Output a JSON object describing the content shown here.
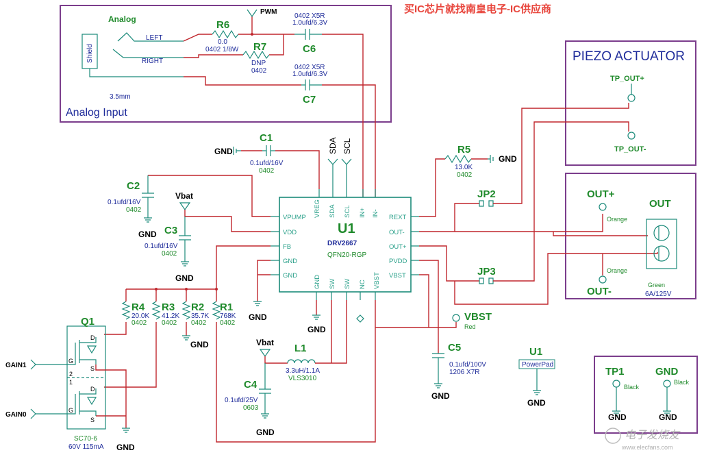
{
  "watermark": "买IC芯片就找南皇电子-IC供应商",
  "logo_text": "电子发烧友",
  "logo_url": "www.elecfans.com",
  "colors": {
    "wire": "#c0272d",
    "component": "#1b8a7a",
    "box": "#7b3d8c",
    "ref": "#1f8a2b",
    "value": "#1e2b9a",
    "watermark": "#e8453c"
  },
  "analog": {
    "title": "Analog Input",
    "jack_label": "Analog",
    "jack_size": "3.5mm",
    "shield": "Shield",
    "left": "LEFT",
    "right": "RIGHT",
    "pwm": "PWM"
  },
  "components": {
    "r6": {
      "ref": "R6",
      "val": "0.0",
      "pkg": "0402 1/8W"
    },
    "r7": {
      "ref": "R7",
      "val": "DNP",
      "pkg": "0402"
    },
    "c6": {
      "ref": "C6",
      "line1": "0402  X5R",
      "line2": "1.0ufd/6.3V"
    },
    "c7": {
      "ref": "C7",
      "line1": "0402  X5R",
      "line2": "1.0ufd/6.3V"
    },
    "c1": {
      "ref": "C1",
      "val": "0.1ufd/16V",
      "pkg": "0402"
    },
    "c2": {
      "ref": "C2",
      "val": "0.1ufd/16V",
      "pkg": "0402"
    },
    "c3": {
      "ref": "C3",
      "val": "0.1ufd/16V",
      "pkg": "0402"
    },
    "c4": {
      "ref": "C4",
      "val": "0.1ufd/25V",
      "pkg": "0603"
    },
    "c5": {
      "ref": "C5",
      "val": "0.1ufd/100V",
      "pkg": "1206  X7R"
    },
    "r5": {
      "ref": "R5",
      "val": "13.0K",
      "pkg": "0402"
    },
    "l1": {
      "ref": "L1",
      "val": "3.3uH/1.1A",
      "pkg": "VLS3010"
    },
    "r4": {
      "ref": "R4",
      "val": "20.0K",
      "pkg": "0402"
    },
    "r3": {
      "ref": "R3",
      "val": "41.2K",
      "pkg": "0402"
    },
    "r2": {
      "ref": "R2",
      "val": "35.7K",
      "pkg": "0402"
    },
    "r1": {
      "ref": "R1",
      "val": "768K",
      "pkg": "0402"
    },
    "q1": {
      "ref": "Q1",
      "pkg": "SC70-6",
      "rating": "60V 115mA"
    },
    "jp2": "JP2",
    "jp3": "JP3"
  },
  "ic": {
    "ref": "U1",
    "part": "DRV2667",
    "pkg": "QFN20-RGP",
    "pins_left": [
      "VPUMP",
      "VDD",
      "FB",
      "GND",
      "GND"
    ],
    "pins_top": [
      "VREG",
      "SDA",
      "SCL",
      "IN+",
      "IN-"
    ],
    "pins_right": [
      "REXT",
      "OUT-",
      "OUT+",
      "PVDD",
      "VBST"
    ],
    "pins_bottom": [
      "GND",
      "SW",
      "SW",
      "NC",
      "VBST"
    ]
  },
  "nets": {
    "gnd": "GND",
    "vbat": "Vbat",
    "sda": "SDA",
    "scl": "SCL",
    "gain1": "GAIN1",
    "gain0": "GAIN0",
    "q_g": "G",
    "q_d": "D",
    "q_s": "S",
    "q_2": "2",
    "q_1": "1",
    "vbst": "VBST",
    "red": "Red"
  },
  "piezo": {
    "title": "PIEZO ACTUATOR",
    "tp_pos": "TP_OUT+",
    "tp_neg": "TP_OUT-"
  },
  "out": {
    "title": "OUT",
    "pos": "OUT+",
    "neg": "OUT-",
    "orange": "Orange",
    "green": "Green",
    "rating": "6A/125V"
  },
  "powerpad": {
    "ref": "U1",
    "label": "PowerPad"
  },
  "tp": {
    "tp1": "TP1",
    "gnd": "GND",
    "black": "Black"
  }
}
